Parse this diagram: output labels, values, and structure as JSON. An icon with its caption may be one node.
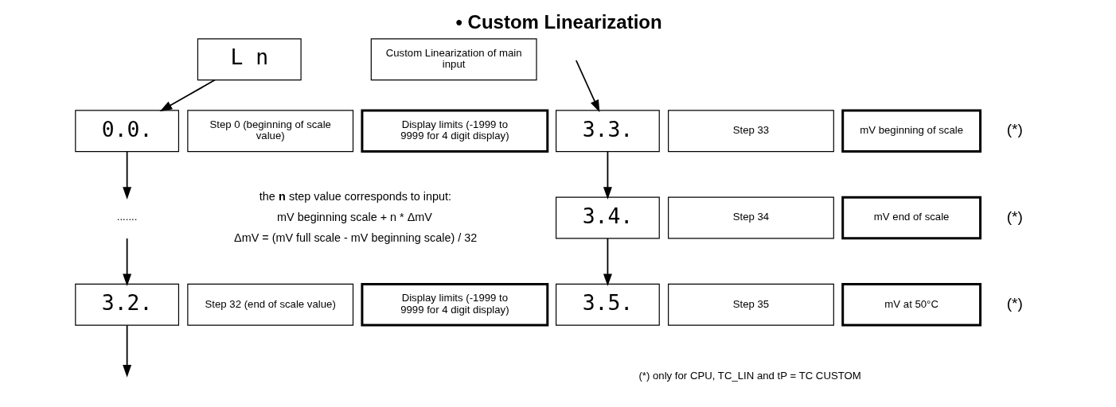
{
  "diagram": {
    "title": "• Custom Linearization",
    "nodes": [
      {
        "text": [
          "L n"
        ]
      },
      {
        "text": [
          "Custom Linearization of main input"
        ]
      },
      {
        "text": [
          "0.0."
        ]
      },
      {
        "text": [
          "Step 0 (beginning of scale value)"
        ]
      },
      {
        "text": [
          "Display limits (-1999 to 9999 for 4 digit display)"
        ]
      },
      {
        "text": [
          "......."
        ]
      },
      {
        "text": [
          "3.2."
        ]
      },
      {
        "text": [
          "Step 32 (end of scale value)"
        ]
      },
      {
        "text": [
          "Display limits (-1999 to 9999 for 4 digit display)"
        ]
      },
      {
        "text": [
          "3.3."
        ]
      },
      {
        "text": [
          "Step 33"
        ]
      },
      {
        "text": [
          "mV beginning of scale"
        ],
        "beside": [
          "(*)"
        ]
      },
      {
        "text": [
          "3.4."
        ]
      },
      {
        "text": [
          "Step 34"
        ]
      },
      {
        "text": [
          "mV end of scale"
        ],
        "beside": [
          "(*)"
        ]
      },
      {
        "text": [
          "3.5."
        ]
      },
      {
        "text": [
          "Step 35"
        ]
      },
      {
        "text": [
          "mV at 50°C"
        ],
        "beside": [
          "(*)"
        ]
      }
    ],
    "edges": [
      {
        "from": 0,
        "to": 2,
        "arrow": "to"
      },
      {
        "from": 2,
        "to": 5,
        "arrow": "to"
      },
      {
        "from": 5,
        "to": 6,
        "arrow": "to"
      },
      {
        "from": 6,
        "to": null,
        "arrow": "to"
      },
      {
        "from": null,
        "to": 9,
        "arrow": "to"
      },
      {
        "from": 9,
        "to": 12,
        "arrow": "to"
      },
      {
        "from": 12,
        "to": 15,
        "arrow": "to"
      }
    ],
    "labels": [
      "the **n** step value corresponds to input:",
      "mV beginning scale + n * ΔmV",
      "ΔmV = (mV full scale - mV beginning scale) / 32",
      "(*) only for CPU, TC_LIN and tP = TC CUSTOM"
    ]
  }
}
